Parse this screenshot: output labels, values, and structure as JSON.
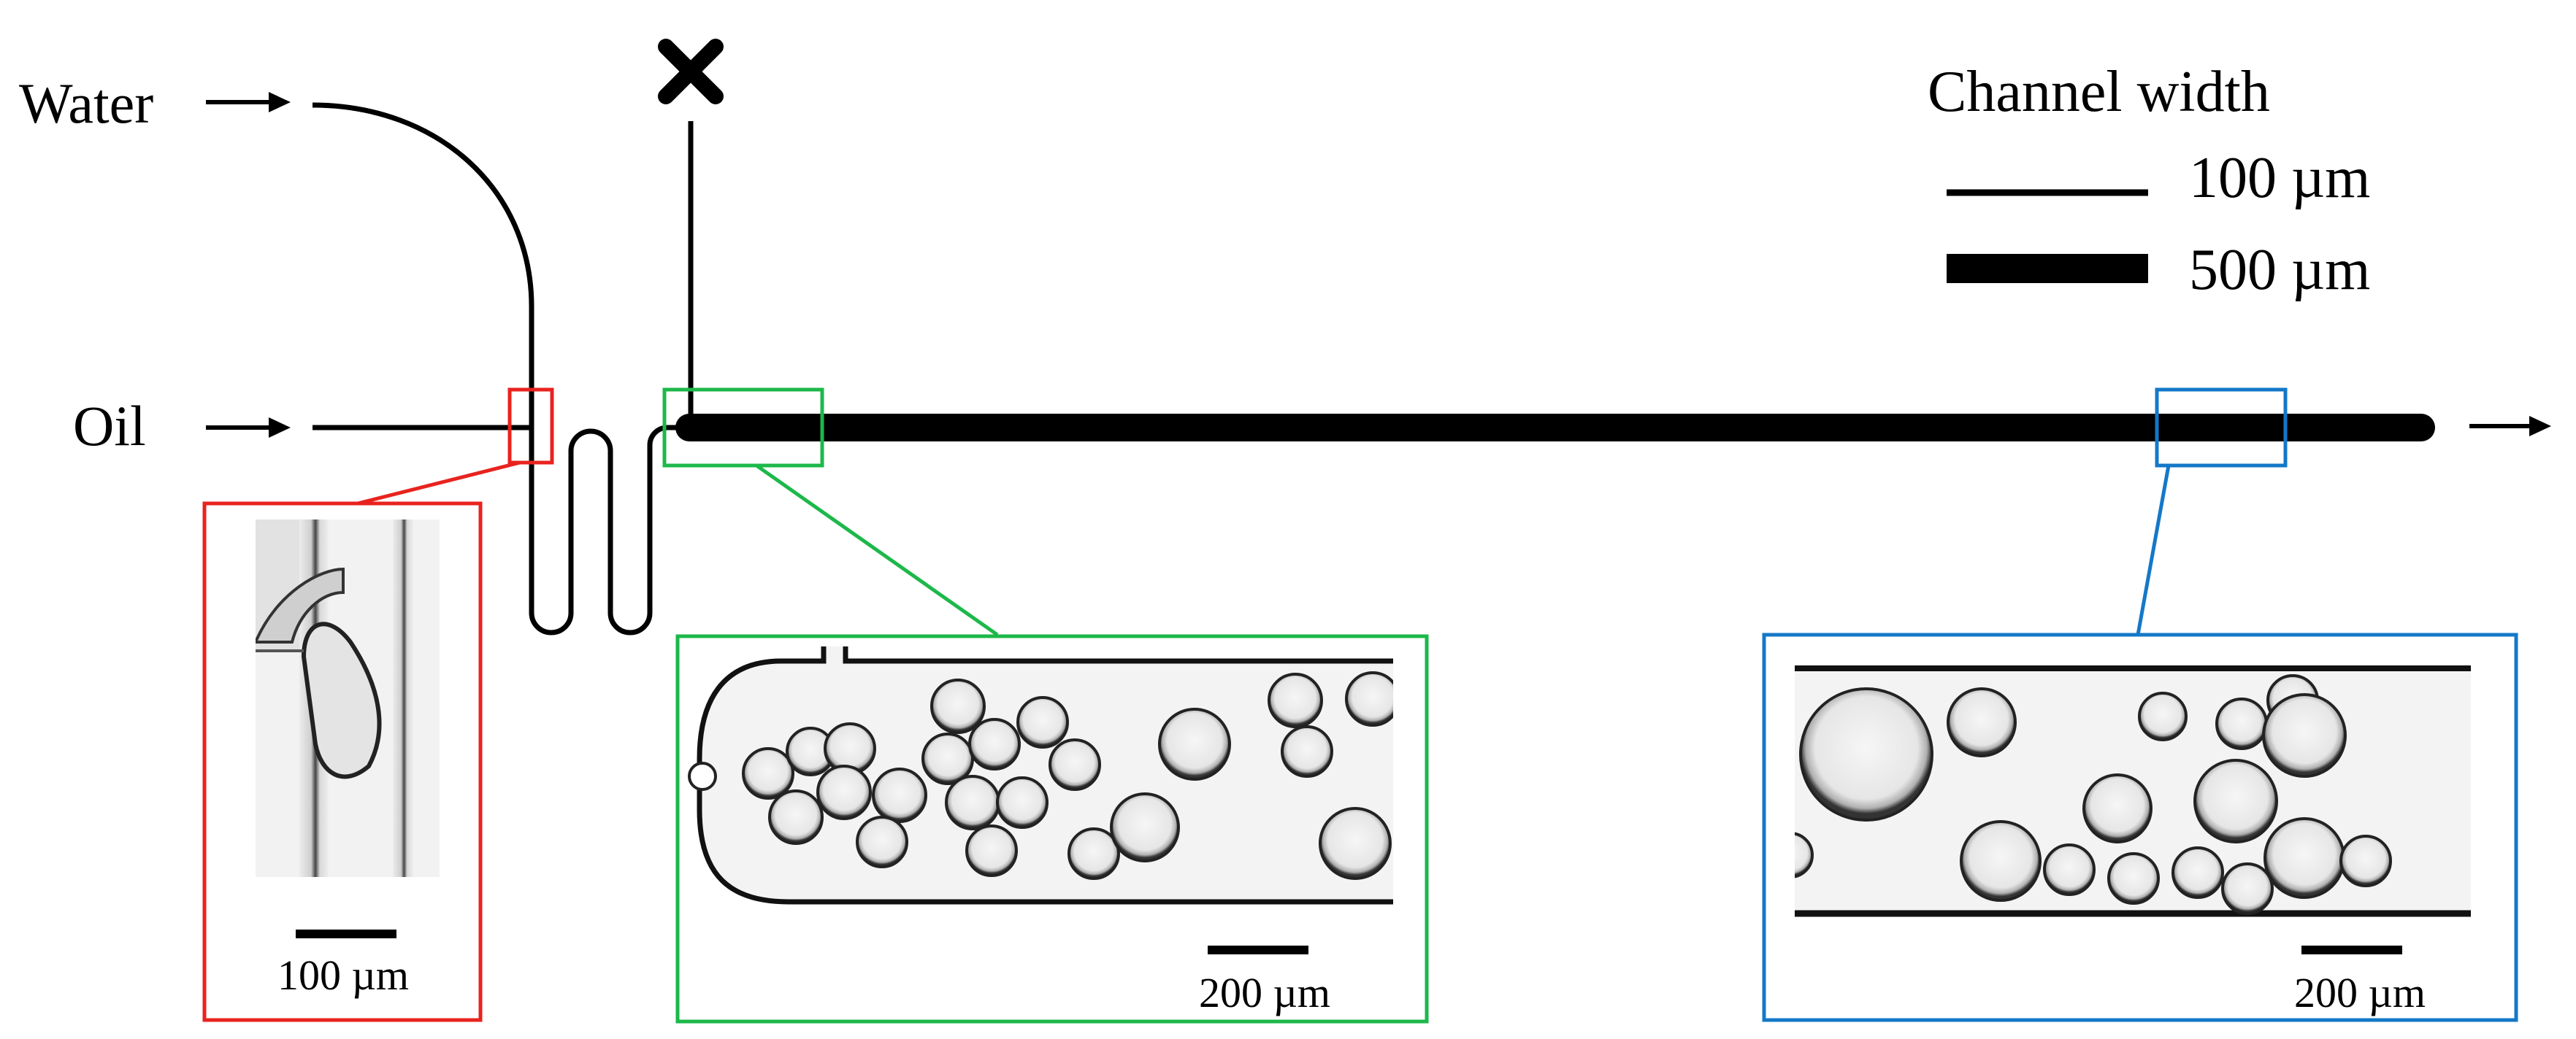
{
  "labels": {
    "water": "Water",
    "oil": "Oil"
  },
  "legend": {
    "title": "Channel width",
    "thin": "100 µm",
    "thick": "500 µm"
  },
  "insets": {
    "junction": {
      "scale": "100 µm",
      "color": "#e8231f"
    },
    "entrance": {
      "scale": "200 µm",
      "color": "#1db84a"
    },
    "downstream": {
      "scale": "200 µm",
      "color": "#1478c8"
    }
  },
  "colors": {
    "channel": "#000000",
    "background": "#ffffff"
  },
  "icons": {
    "outlet_blocked": "cross-icon",
    "flow_direction": "arrow-right-icon"
  }
}
